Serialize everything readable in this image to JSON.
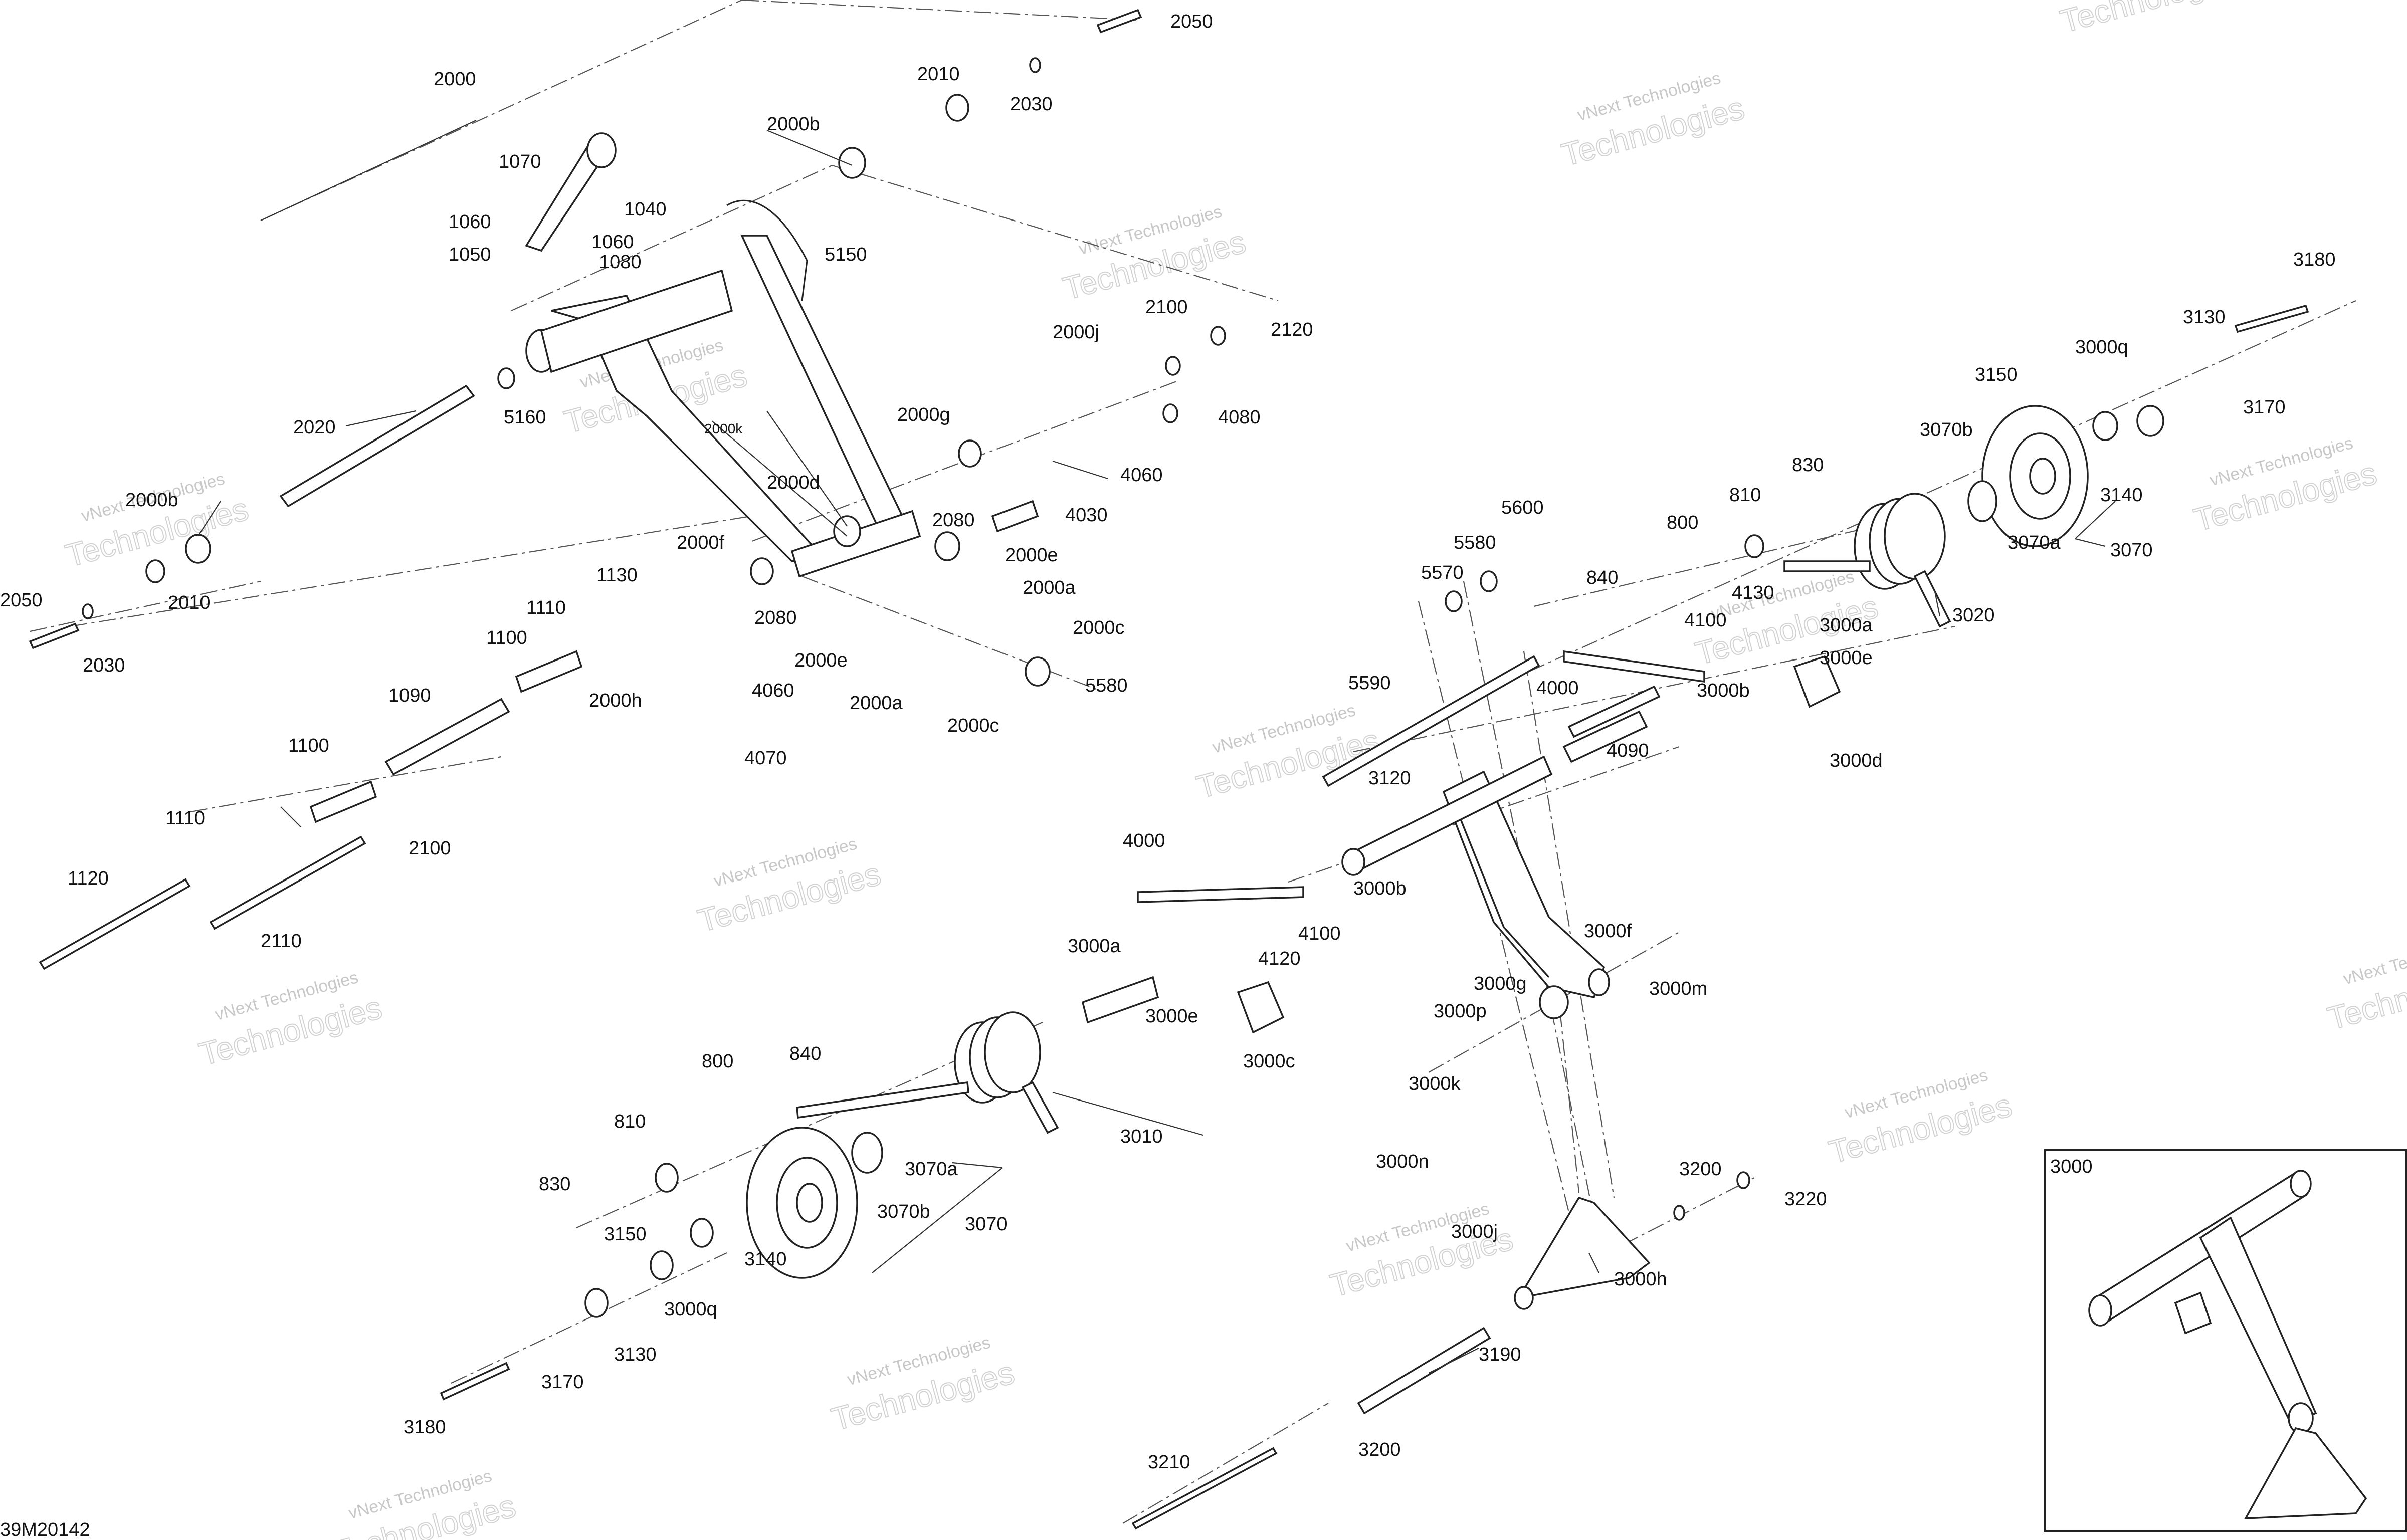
{
  "watermark": {
    "line1": "vNext Technologies",
    "line2": "Technologies",
    "color": "#c8c8c8"
  },
  "figure_code": "39M20142",
  "inset_label": "3000",
  "labels": {
    "l2050a": "2050",
    "l2010a": "2010",
    "l2030a": "2030",
    "l2000": "2000",
    "l2000b_a": "2000b",
    "l1070": "1070",
    "l1040": "1040",
    "l1060a": "1060",
    "l1060b": "1060",
    "l1050": "1050",
    "l1080": "1080",
    "l5150": "5150",
    "l2100a": "2100",
    "l2120": "2120",
    "l2000j": "2000j",
    "l4080": "4080",
    "l2000g": "2000g",
    "l2000k": "2000k",
    "l4060a": "4060",
    "l2000d": "2000d",
    "l4030": "4030",
    "l2080a": "2080",
    "l2000e_a": "2000e",
    "l2000a_a": "2000a",
    "l2000c_a": "2000c",
    "l5580a": "5580",
    "l2020": "2020",
    "l5160": "5160",
    "l2000b_b": "2000b",
    "l2010b": "2010",
    "l2050b": "2050",
    "l2030b": "2030",
    "l2000f": "2000f",
    "l1130": "1130",
    "l1110a": "1110",
    "l1100a": "1100",
    "l2080b": "2080",
    "l2000h": "2000h",
    "l4060b": "4060",
    "l2000e_b": "2000e",
    "l2000a_b": "2000a",
    "l2000c_b": "2000c",
    "l4070": "4070",
    "l1090": "1090",
    "l1100b": "1100",
    "l1110b": "1110",
    "l2100b": "2100",
    "l1120": "1120",
    "l2110": "2110",
    "l3180a": "3180",
    "l3000q_a": "3000q",
    "l3130a": "3130",
    "l3150a": "3150",
    "l3170a": "3170",
    "l3070b_a": "3070b",
    "l3140a": "3140",
    "l3070a_a": "3070a",
    "l3070_a": "3070",
    "l830a": "830",
    "l810a": "810",
    "l800a": "800",
    "l5600": "5600",
    "l5580b": "5580",
    "l5570": "5570",
    "l840a": "840",
    "l4130": "4130",
    "l4100a": "4100",
    "l3000a_a": "3000a",
    "l3020": "3020",
    "l3000e_a": "3000e",
    "l5590": "5590",
    "l4000a": "4000",
    "l3000b_a": "3000b",
    "l4090": "4090",
    "l3000d": "3000d",
    "l3120": "3120",
    "l4000b": "4000",
    "l3000b_b": "3000b",
    "l4100b": "4100",
    "l4120": "4120",
    "l3000a_b": "3000a",
    "l3000e_b": "3000e",
    "l3000c": "3000c",
    "l3000f": "3000f",
    "l3000g": "3000g",
    "l3000m": "3000m",
    "l3000p": "3000p",
    "l3000k": "3000k",
    "l800b": "800",
    "l840b": "840",
    "l3010": "3010",
    "l810b": "810",
    "l3070a_b": "3070a",
    "l830b": "830",
    "l3070b_b": "3070b",
    "l3070_b": "3070",
    "l3150b": "3150",
    "l3140b": "3140",
    "l3000q_b": "3000q",
    "l3130b": "3130",
    "l3170b": "3170",
    "l3180b": "3180",
    "l3000n": "3000n",
    "l3200a": "3200",
    "l3220": "3220",
    "l3000j": "3000j",
    "l3000h": "3000h",
    "l3190": "3190",
    "l3200b": "3200",
    "l3210": "3210"
  }
}
